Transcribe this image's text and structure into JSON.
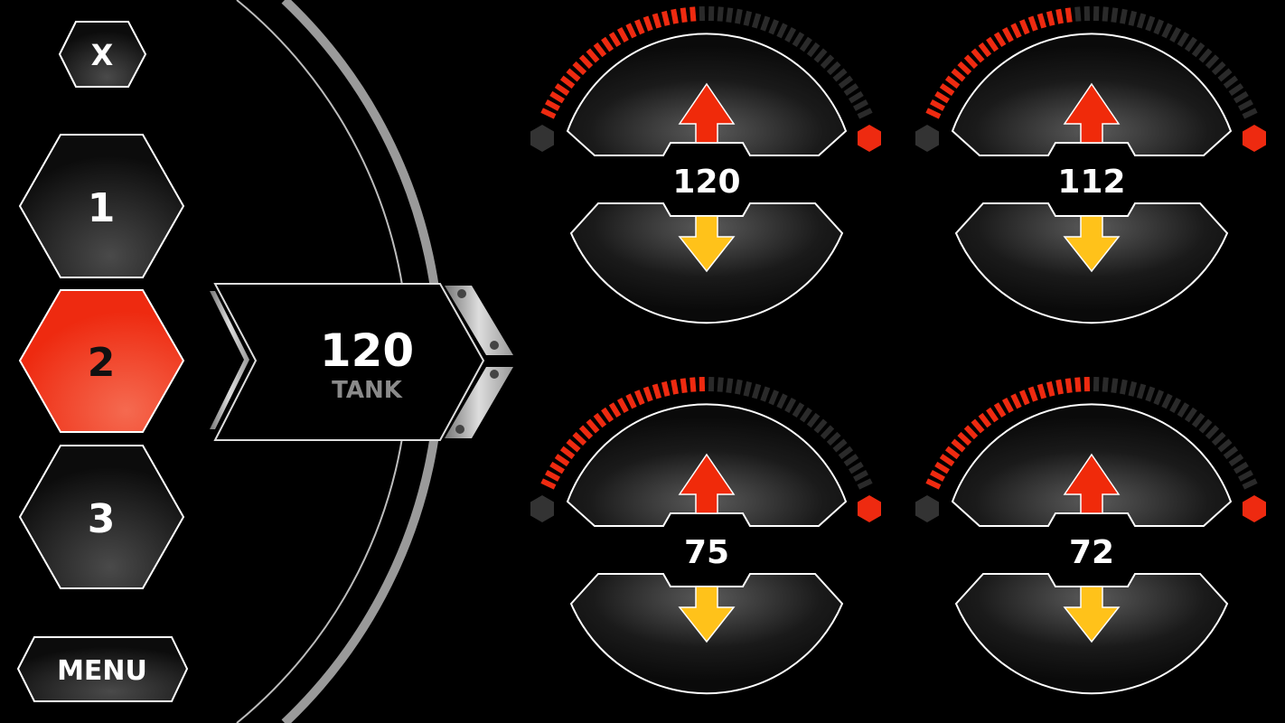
{
  "left_nav": {
    "close_label": "X",
    "channels": [
      {
        "label": "1",
        "active": false
      },
      {
        "label": "2",
        "active": true
      },
      {
        "label": "3",
        "active": false
      }
    ],
    "menu_label": "MENU"
  },
  "center_panel": {
    "value": "120",
    "label": "TANK"
  },
  "gauges": [
    {
      "value": "120",
      "fill_fraction": 0.47
    },
    {
      "value": "112",
      "fill_fraction": 0.46
    },
    {
      "value": "75",
      "fill_fraction": 0.5
    },
    {
      "value": "72",
      "fill_fraction": 0.49
    }
  ],
  "colors": {
    "accent_red": "#ee2a10",
    "arrow_up": "#f02a0a",
    "arrow_down": "#ffc21a",
    "tick_off": "#2a2a2a",
    "stroke": "#ffffff"
  }
}
